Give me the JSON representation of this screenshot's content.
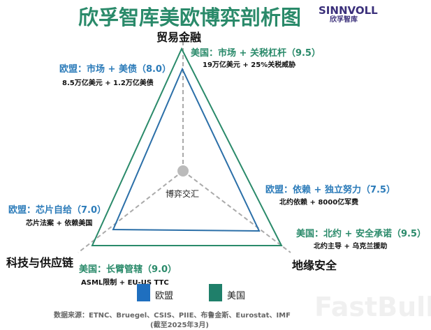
{
  "title": "欣孚智库美欧博弈剖析图",
  "logo": {
    "en": "SINNVOLL",
    "cn": "欣孚智库"
  },
  "watermark": "FastBull",
  "colors": {
    "eu": "#2b7bb9",
    "us": "#2a8a6a",
    "title": "#2a8a6a",
    "axis": "#aaaaaa"
  },
  "center_label": "博弈交汇",
  "axes": {
    "trade": "贸易金融",
    "security": "地缘安全",
    "tech": "科技与供应链"
  },
  "annotations": {
    "eu_trade": {
      "head": "欧盟：市场 + 美债（8.0）",
      "sub": "8.5万亿美元 + 1.2万亿美债"
    },
    "us_trade": {
      "head": "美国：市场 + 关税杠杆（9.5）",
      "sub": "19万亿美元 + 25%关税威胁"
    },
    "eu_security": {
      "head": "欧盟：依赖 + 独立努力（7.5）",
      "sub": "北约依赖 + 8000亿军费"
    },
    "us_security": {
      "head": "美国：北约 + 安全承诺（9.5）",
      "sub": "北约主导 + 乌克兰援助"
    },
    "eu_tech": {
      "head": "欧盟：芯片自给（7.0）",
      "sub": "芯片法案 + 依赖美国"
    },
    "us_tech": {
      "head": "美国：长臂管辖（9.0）",
      "sub": "ASML限制 + EU-US TTC"
    }
  },
  "legend": [
    {
      "label": "欧盟",
      "color": "#1f6fbf"
    },
    {
      "label": "美国",
      "color": "#1f7f6a"
    }
  ],
  "source": {
    "line1": "数据来源：ETNC、Bruegel、CSIS、PIIE、布鲁金斯、Eurostat、IMF",
    "line2": "(截至2025年3月)"
  },
  "chart_data": {
    "type": "radar",
    "title": "欣孚智库美欧博弈剖析图",
    "categories": [
      "贸易金融",
      "地缘安全",
      "科技与供应链"
    ],
    "series": [
      {
        "name": "欧盟",
        "values": [
          8.0,
          7.5,
          7.0
        ],
        "color": "#2b7bb9"
      },
      {
        "name": "美国",
        "values": [
          9.5,
          9.5,
          9.0
        ],
        "color": "#2a8a6a"
      }
    ],
    "annotations": [
      "欧盟：市场 + 美债（8.0） 8.5万亿美元 + 1.2万亿美债",
      "美国：市场 + 关税杠杆（9.5） 19万亿美元 + 25%关税威胁",
      "欧盟：依赖 + 独立努力（7.5） 北约依赖 + 8000亿军费",
      "美国：北约 + 安全承诺（9.5） 北约主导 + 乌克兰援助",
      "欧盟：芯片自给（7.0） 芯片法案 + 依赖美国",
      "美国：长臂管辖（9.0） ASML限制 + EU-US TTC"
    ],
    "center_label": "博弈交汇",
    "legend_position": "bottom",
    "grid": false,
    "source": "数据来源：ETNC、Bruegel、CSIS、PIIE、布鲁金斯、Eurostat、IMF (截至2025年3月)"
  }
}
